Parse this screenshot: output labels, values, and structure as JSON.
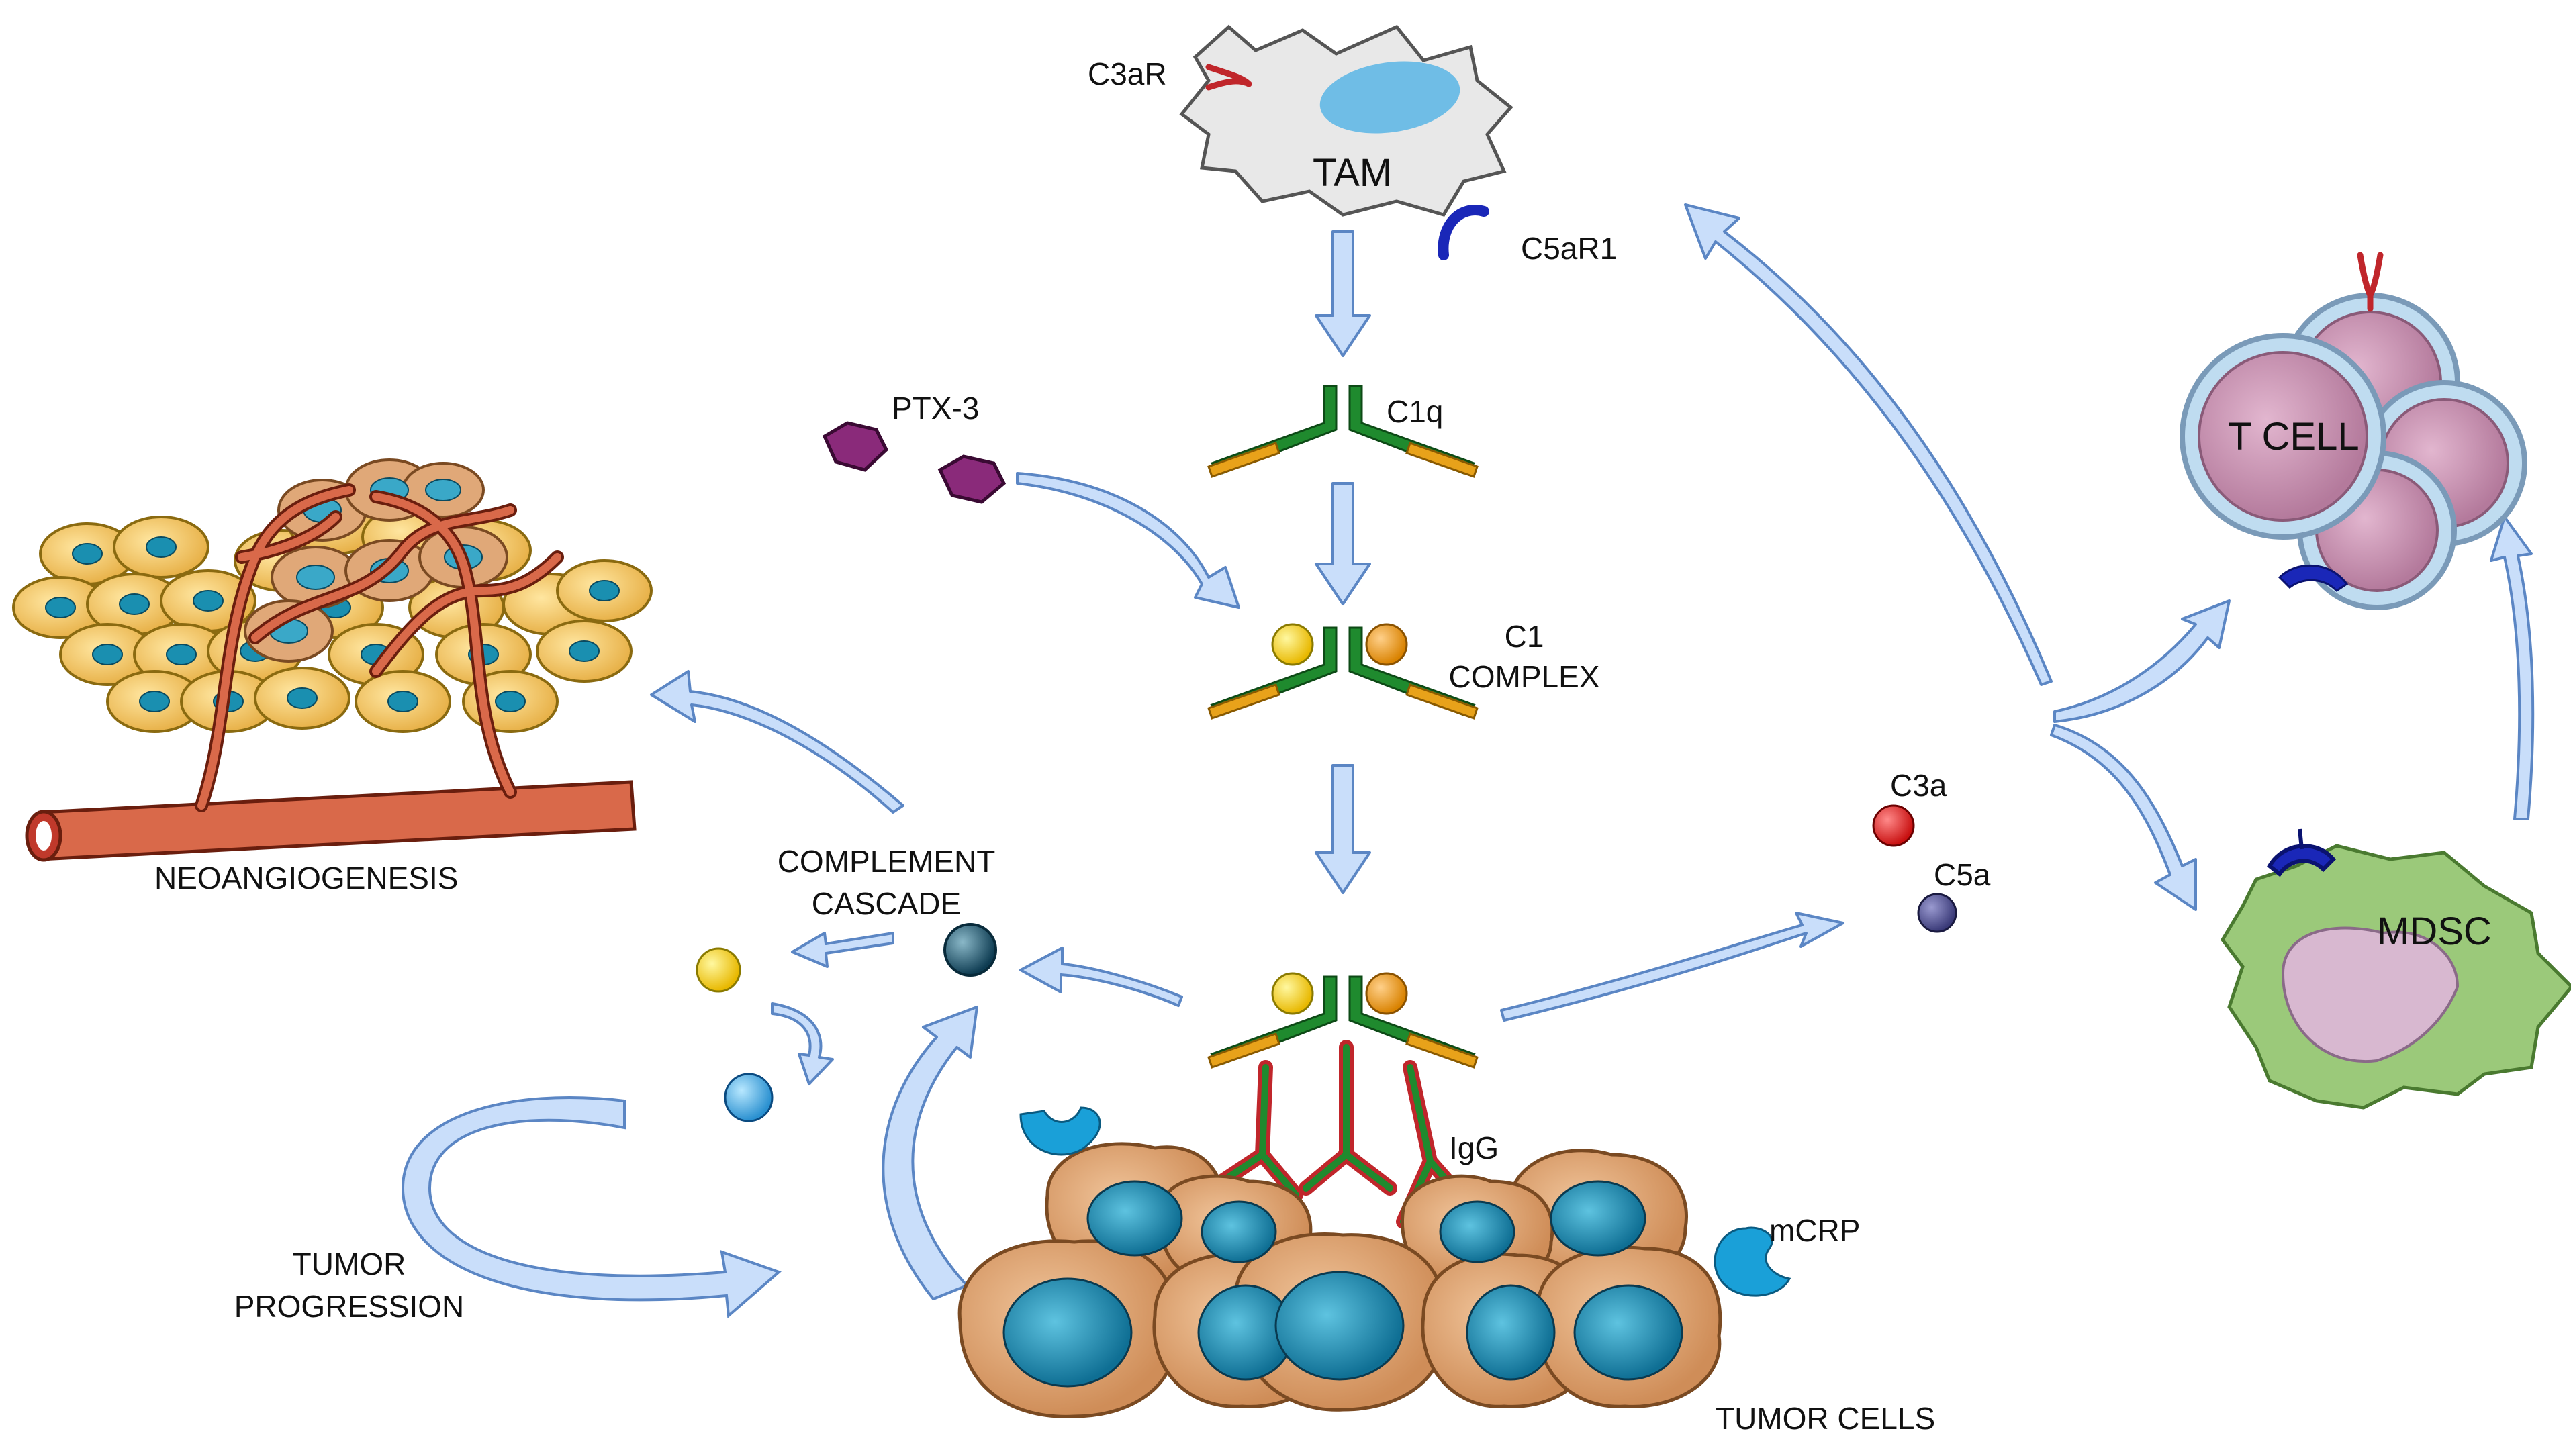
{
  "diagram": {
    "nodes": {
      "tam": {
        "label": "TAM",
        "receptors": {
          "c3ar": "C3aR",
          "c5ar1": "C5aR1"
        }
      },
      "c1q": {
        "label": "C1q"
      },
      "ptx3": {
        "label": "PTX-3"
      },
      "c1_complex": {
        "line1": "C1",
        "line2": "COMPLEX"
      },
      "tcell": {
        "label": "T CELL"
      },
      "mdsc": {
        "label": "MDSC"
      },
      "c3a": {
        "label": "C3a"
      },
      "c5a": {
        "label": "C5a"
      },
      "igg": {
        "label": "IgG"
      },
      "mcrp": {
        "label": "mCRP"
      },
      "tumor_cells": {
        "label": "TUMOR CELLS"
      },
      "complement_cascade": {
        "line1": "COMPLEMENT",
        "line2": "CASCADE"
      },
      "neoangiogenesis": {
        "label": "NEOANGIOGENESIS"
      },
      "tumor_progression": {
        "line1": "TUMOR",
        "line2": "PROGRESSION"
      }
    },
    "colors": {
      "arrow_fill": "#c9defa",
      "arrow_stroke": "#5b86c4",
      "antibody_green": "#1f8a2e",
      "antibody_orange": "#e8a21a",
      "tumor_cell": "#e0a878",
      "nucleus": "#2a8fb0",
      "tcell_fill": "#c98fb0",
      "mdsc_fill": "#9bc97a",
      "tam_fill": "#e6e6e6",
      "tam_nucleus": "#6fbde6",
      "receptor_red": "#c0262b",
      "receptor_blue": "#1a27b8",
      "c3a_red": "#e0201f",
      "c5a_purple": "#4a4a8a",
      "vessel": "#d9694a",
      "ptx3_purple": "#8a2a7a"
    }
  }
}
